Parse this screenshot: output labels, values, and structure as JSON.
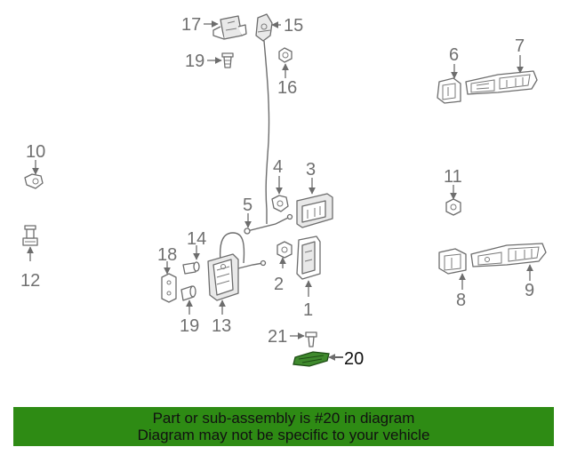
{
  "diagram": {
    "callouts": {
      "c1": "1",
      "c2": "2",
      "c3": "3",
      "c4": "4",
      "c5": "5",
      "c6": "6",
      "c7": "7",
      "c8": "8",
      "c9": "9",
      "c10": "10",
      "c11": "11",
      "c12": "12",
      "c13": "13",
      "c14": "14",
      "c15": "15",
      "c16": "16",
      "c17": "17",
      "c18": "18",
      "c19a": "19",
      "c19b": "19",
      "c20": "20",
      "c21": "21"
    },
    "highlighted_part": "20",
    "colors": {
      "banner": "#2e8b14",
      "highlight": "#3f8a2d",
      "line": "#6d6d6d"
    }
  },
  "banner": {
    "line1": "Part or sub-assembly is #20 in diagram",
    "line2": "Diagram may not be specific to your vehicle"
  }
}
